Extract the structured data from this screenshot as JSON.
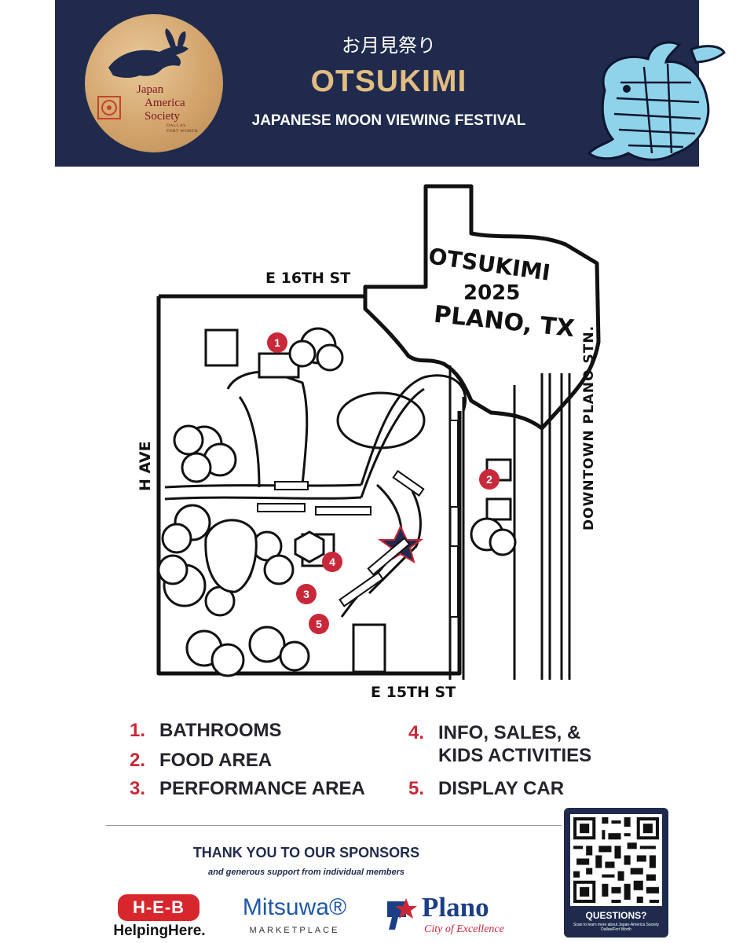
{
  "header": {
    "title_jp": "お月見祭り",
    "title": "OTSUKIMI",
    "subtitle": "JAPANESE MOON VIEWING FESTIVAL",
    "logo": {
      "line1": "Japan",
      "line2": "America",
      "line3": "Society",
      "line4": "DALLAS",
      "line5": "FORT WORTH"
    }
  },
  "map": {
    "streets": {
      "north": "E 16TH ST",
      "south": "E 15TH ST",
      "west": "H AVE",
      "east": "DOWNTOWN PLANO STN."
    },
    "texas_label": [
      "OTSUKIMI",
      "2025",
      "PLANO, TX"
    ],
    "markers": [
      "1",
      "2",
      "3",
      "4",
      "5"
    ]
  },
  "legend": [
    {
      "num": "1.",
      "label": "BATHROOMS"
    },
    {
      "num": "2.",
      "label": "FOOD AREA"
    },
    {
      "num": "3.",
      "label": "PERFORMANCE AREA"
    },
    {
      "num": "4.",
      "label": "INFO, SALES, &"
    },
    {
      "num": "",
      "label": "KIDS ACTIVITIES"
    },
    {
      "num": "5.",
      "label": "DISPLAY CAR"
    }
  ],
  "sponsors": {
    "heading": "THANK YOU TO OUR SPONSORS",
    "subheading": "and generous support from individual members",
    "heb": {
      "badge": "H-E-B",
      "tagline": "HelpingHere."
    },
    "mitsuwa": {
      "name": "Mitsuwa®",
      "sub": "MARKETPLACE"
    },
    "plano": {
      "name": "Plano",
      "sub": "City of Excellence"
    }
  },
  "qr": {
    "title": "QUESTIONS?",
    "text": "Scan to learn more about Japan-America Society Dallas/Fort Worth"
  },
  "colors": {
    "navy": "#1f2a4d",
    "gold": "#e2bd82",
    "red": "#c8283a"
  }
}
